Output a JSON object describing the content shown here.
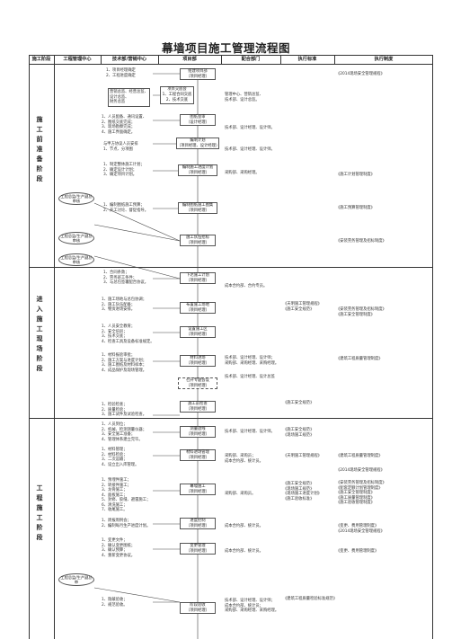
{
  "title": "幕墙项目施工管理流程图",
  "headers": [
    "施工阶段",
    "工程管理中心",
    "技术部/营销中心",
    "项目部",
    "配合部门",
    "执行标准",
    "执行制度"
  ],
  "stages": [
    "施工前准备阶段",
    "进入施工现场阶段",
    "工程施工阶段"
  ],
  "ellipses": [
    "工程总监/生产副总审核",
    "工程总监/生产副总审核",
    "工程总监/生产副总审核",
    "工程总监/生产副总审",
    "工程总监/生产副总审"
  ],
  "nodes": {
    "n1": [
      "组建项目部",
      "（项目经理）"
    ],
    "n2": [
      "项目交底会",
      "1、工程合同交底",
      "2、技术交底"
    ],
    "n3": [
      "图纸会审",
      "（设计经理）"
    ],
    "n4": [
      "编制计划",
      "（项目经理、设计经理）"
    ],
    "n5": [
      "编制施工进度计划",
      "（项目经理）"
    ],
    "n6": [
      "编制图纸施工图集",
      "（项目经理）"
    ],
    "n7": [
      "施工队伍招标",
      "（项目经理）"
    ],
    "n8": [
      "下达施工计划",
      "（项目经理）"
    ],
    "n9": [
      "布置施工场地",
      "（项目经理）"
    ],
    "n10": [
      "设置施工区",
      "（项目经理）"
    ],
    "n11": [
      "材料进场",
      "（项目经理）"
    ],
    "n12": [
      "召开专题会议",
      "（项目经理）"
    ],
    "n13": [
      "施工前检查",
      "（项目经理）"
    ],
    "n14": [
      "测量放线",
      "（项目经理）"
    ],
    "n15": [
      "材料进场管理",
      "（项目经理）"
    ],
    "n16": [
      "幕墙施工",
      "（项目经理）"
    ],
    "n17": [
      "进度控制",
      "（项目经理）"
    ],
    "n18": [
      "变更管理",
      "（项目经理）"
    ],
    "n19": [
      "阶段验收",
      "（项目经理）"
    ]
  },
  "left_notes": {
    "t1": "1、项目经理确定\n2、工程进度确定",
    "t2": "营销总监、经营总监、\n设计总监、\n财务总监",
    "t3": "1、人员配备、通讯设置、\n2、图纸交底完成；\n3、现场勘察完成；\n4、施工界面确定。",
    "t4": "与甲方协议人员安排\n1、节点、分项图",
    "t5": "1、制定整体施工计划；\n2、确定设计计划；\n3、确定项目计划。",
    "t6": "1、编制图纸施工预算；\n2、开工讨论、督促指导。",
    "t7": "1、合同条款；\n2、劳务班工条件；\n3、与总包签署配合协议。",
    "t8": "1、施工场地与总包协调；\n2、施工队伍配备；\n3、物资进场安排。",
    "t9": "1、人员安全教育；\n2、安全培训；\n3、技术交底；\n4、检查工具及设备标准规定。",
    "t10": "1、材料报验审批；\n2、施工方案与进度计划；\n3、施工图纸及材料样本；\n4、成品保护及现场管理。",
    "t11": "1、检验检查；\n2、质量检验；\n3、施工试件及试验检查。",
    "t12": "1、人员到位；\n2、机械、检测测量仪器；\n3、安全施工准备；\n4、管理体系建立完毕。",
    "t13": "1、材料管理；\n2、材料检验；\n3、二次运输；\n4、设立出入库管理。",
    "t14": "1、预埋件施工；\n2、转接件施工；\n3、龙骨施工；\n4、面板施工；\n5、封修、胶缝、避雷施工；\n6、清洗施工；\n7、收尾施工。",
    "t15": "1、周报周例会；\n2、编制每月生产进度计划。",
    "t16": "1、变更文件；\n2、确认变更图纸；\n3、确认预算；\n4、重新变更协议。",
    "t17": "1、隐蔽验收；\n2、规范验收。"
  },
  "coordination": {
    "c1": "管理中心、营销总监、\n技术部、设计总监。",
    "c2": "技术部、设计经理、设计师。",
    "c3": "技术部、设计经理、设计师。",
    "c4": "采购部、采购经理。",
    "c5": "成本合约部、合约专员。",
    "c6": "技术部、设计经理、设计师；\n采购部、采购经理、采购经理。",
    "c7": "技术部、设计经理、设计总监",
    "c8": "技术部、设计经理、设计师。",
    "c9": "采购部、采购员；\n成本合约部、统计员。",
    "c10": "采购部、采购员。",
    "c11": "成本合约部、统计员。",
    "c12": "成本合约部、统计员。",
    "c13": "技术部、设计经理、设计师；\n成本合约部、统计员；\n采购部、采购经理、采购经理。"
  },
  "standards": {
    "s1": "《天明施工管理规程》\n《施工安全规范》",
    "s2": "《施工安全规范》",
    "s3": "《施工安全规范》\n《现场施工规范》",
    "s4": "《天明施工管理规程》",
    "s5": "《施工安全规范》\n《现场施工规范》\n《现场施工进度计划》\n《施工验收标准》",
    "s6": "《建筑工程质量检验标准规范》"
  },
  "systems": {
    "r1": "《2014现场安全管理规程》",
    "r2": "《施工计划管理制度》",
    "r3": "《施工预算管理制度》",
    "r4": "《安装劳务管理及招标制度》",
    "r5": "《安装劳务管理及招标制度》\n《施工安全管理制度》",
    "r6": "《建筑工程质量管理制度》",
    "r7": "《建筑工程质量管理制度》",
    "r8": "《2014现场安全管理规程》",
    "r9": "《安装劳务管理及招标制度》\n《配套定额计划管理制度》\n《施工安全管理制度》\n《施工质量管理制度》\n《施工验收管理制度》",
    "r10": "《变更、费用管理制度》\n《2014现场安全管理规程》",
    "r11": "《变更、费用管理制度》"
  }
}
